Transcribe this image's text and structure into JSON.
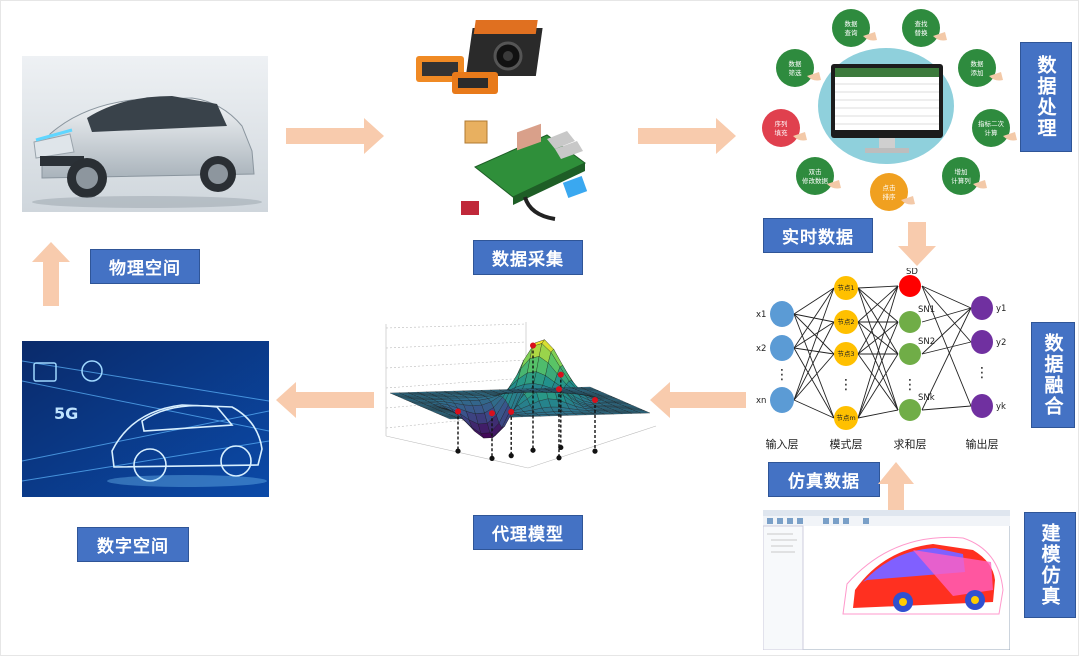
{
  "labels": {
    "physical_space": "物理空间",
    "data_acquisition": "数据采集",
    "realtime_data": "实时数据",
    "data_processing": "数据处理",
    "data_fusion": "数据融合",
    "simulation_data": "仿真数据",
    "modeling_simulation": "建模仿真",
    "surrogate_model": "代理模型",
    "digital_space": "数字空间"
  },
  "processing_ops": [
    "数据\n查询",
    "查找\n替换",
    "数据\n添加",
    "指标二次\n计算",
    "增加\n计算列",
    "点击\n排序",
    "双击\n修改数据",
    "序列\n填充",
    "数据\n筛选"
  ],
  "network": {
    "inputs": [
      "x1",
      "x2",
      "⋮",
      "xn"
    ],
    "pattern_nodes": [
      "节点1",
      "节点2",
      "节点3",
      "⋮",
      "节点m"
    ],
    "sum_nodes": [
      "SD",
      "SN1",
      "SN2",
      "⋮",
      "SNk"
    ],
    "outputs": [
      "y1",
      "y2",
      "⋮",
      "yk"
    ],
    "layer_names": [
      "输入层",
      "模式层",
      "求和层",
      "输出层"
    ]
  },
  "digital_text": "5G",
  "colors": {
    "label_bg": "#4472c4",
    "arrow": "#f8cbad",
    "input_node": "#5b9bd5",
    "pattern_node": "#ffc000",
    "sum_node_d": "#ff0000",
    "sum_node": "#70ad47",
    "output_node": "#7030a0",
    "op_bubble": "#2e8b3e",
    "op_bubble_red": "#e0404e",
    "op_bubble_orange": "#f0a020"
  }
}
